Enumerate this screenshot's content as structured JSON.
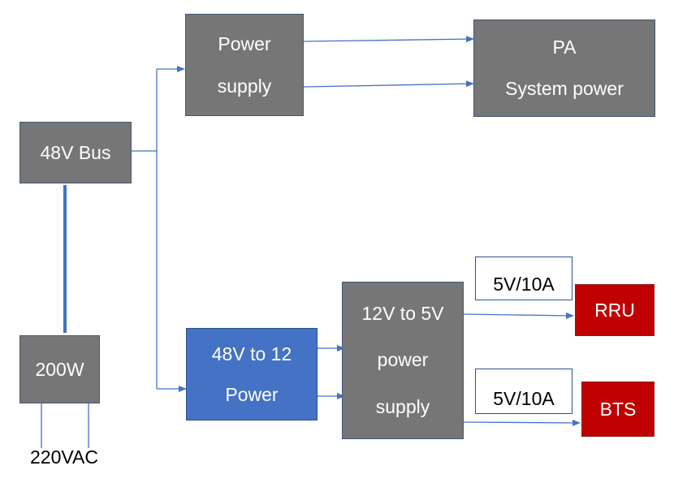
{
  "boxes": {
    "power_supply": {
      "line1": "Power",
      "line2": "supply"
    },
    "pa": {
      "line1": "PA",
      "line2": "System power"
    },
    "bus48": {
      "label": "48V Bus"
    },
    "w200": {
      "label": "200W"
    },
    "conv48to12": {
      "line1": "48V to 12",
      "line2": "Power"
    },
    "conv12to5": {
      "line1": "12V to 5V",
      "line2": "power",
      "line3": "supply"
    },
    "rru": {
      "label": "RRU"
    },
    "bts": {
      "label": "BTS"
    }
  },
  "labels": {
    "rating_rru": "5V/10A",
    "rating_bts": "5V/10A",
    "ac_input": "220VAC"
  },
  "colors": {
    "gray_box": "#767676",
    "blue_box": "#4472c4",
    "red_box": "#c00000",
    "connector": "#4472c4"
  }
}
